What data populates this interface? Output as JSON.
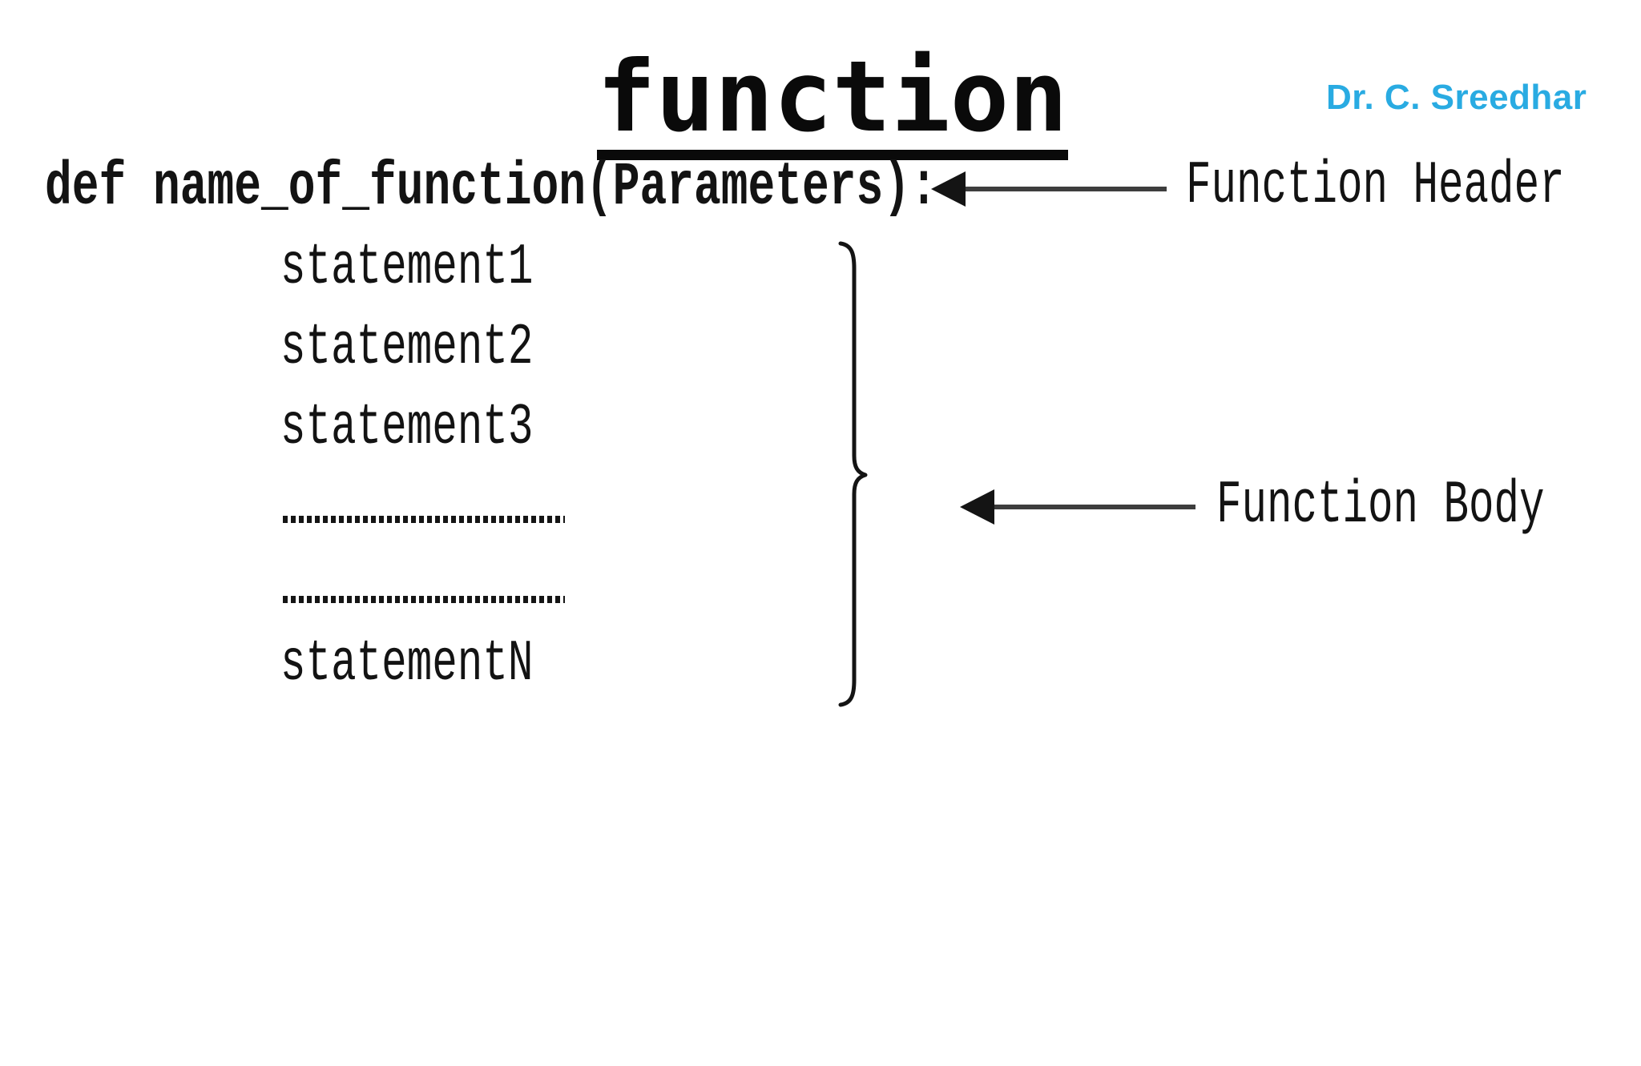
{
  "page": {
    "background": "#ffffff",
    "text_color": "#131313",
    "accent_blue": "#29abe2"
  },
  "title": {
    "text": "function"
  },
  "author": {
    "text": "Dr. C. Sreedhar",
    "color": "#29abe2"
  },
  "code": {
    "header_line": "def name_of_function(Parameters):",
    "statements": [
      "statement1",
      "statement2",
      "statement3"
    ],
    "ellipsis_rows": 2,
    "last_statement": "statementN"
  },
  "labels": {
    "function_header": "Function Header",
    "function_body": "Function Body"
  },
  "icons": {
    "header_arrow": "left-arrow-icon",
    "body_arrow": "left-arrow-icon",
    "brace": "right-curly-brace-icon"
  }
}
